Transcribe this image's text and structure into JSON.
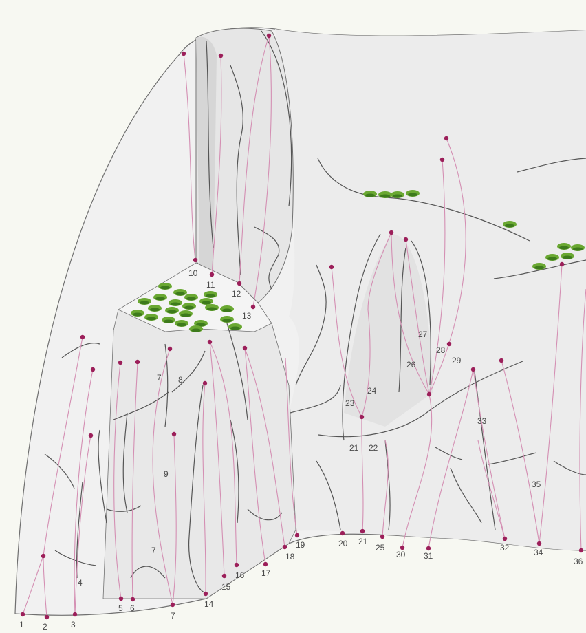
{
  "colors": {
    "background": "#f7f8f2",
    "rock_light": "#f1f1f1",
    "rock_mid": "#e4e4e4",
    "rock_shadow": "#d6d6d6",
    "outline": "#707070",
    "crack": "#555555",
    "route": "#d48fb3",
    "route_start": "#9c1f5a",
    "vegetation": "#6aa832",
    "vegetation_dark": "#3d7a1c"
  },
  "labels": {
    "l1": "1",
    "l2": "2",
    "l3": "3",
    "l4": "4",
    "l5": "5",
    "l6": "6",
    "l7a": "7",
    "l7b": "7",
    "l7c": "7",
    "l8": "8",
    "l9": "9",
    "l10": "10",
    "l11": "11",
    "l12": "12",
    "l13": "13",
    "l14": "14",
    "l15": "15",
    "l16": "16",
    "l17": "17",
    "l18": "18",
    "l19": "19",
    "l20": "20",
    "l21a": "21",
    "l21b": "21",
    "l22": "22",
    "l23": "23",
    "l24": "24",
    "l25": "25",
    "l26": "26",
    "l27": "27",
    "l28": "28",
    "l29": "29",
    "l30": "30",
    "l31": "31",
    "l32": "32",
    "l33": "33",
    "l34": "34",
    "l35": "35",
    "l36": "36"
  }
}
